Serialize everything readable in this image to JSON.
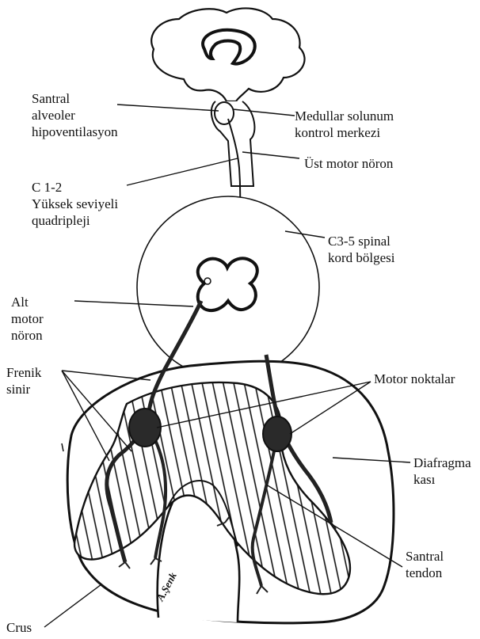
{
  "colors": {
    "ink": "#111111",
    "paper": "#ffffff",
    "nerve": "#2a2a2a"
  },
  "labels": {
    "central_hypoventilation": [
      "Santral",
      "alveoler",
      "hipoventilasyon"
    ],
    "medullary_center": [
      "Medullar solunum",
      "kontrol merkezi"
    ],
    "upper_motor_neuron": "Üst motor nöron",
    "c12_quadriplegia": [
      "C 1-2",
      "Yüksek seviyeli",
      "quadripleji"
    ],
    "c35_region": [
      "C3-5 spinal",
      "kord bölgesi"
    ],
    "lower_motor_neuron": [
      "Alt",
      "motor",
      "nöron"
    ],
    "phrenic_nerve": [
      "Frenik",
      "sinir"
    ],
    "motor_points": "Motor noktalar",
    "diaphragm_muscle": [
      "Diafragma",
      "kası"
    ],
    "central_tendon": [
      "Santral",
      "tendon"
    ],
    "crus": "Crus",
    "signature": "A.Şenk"
  }
}
